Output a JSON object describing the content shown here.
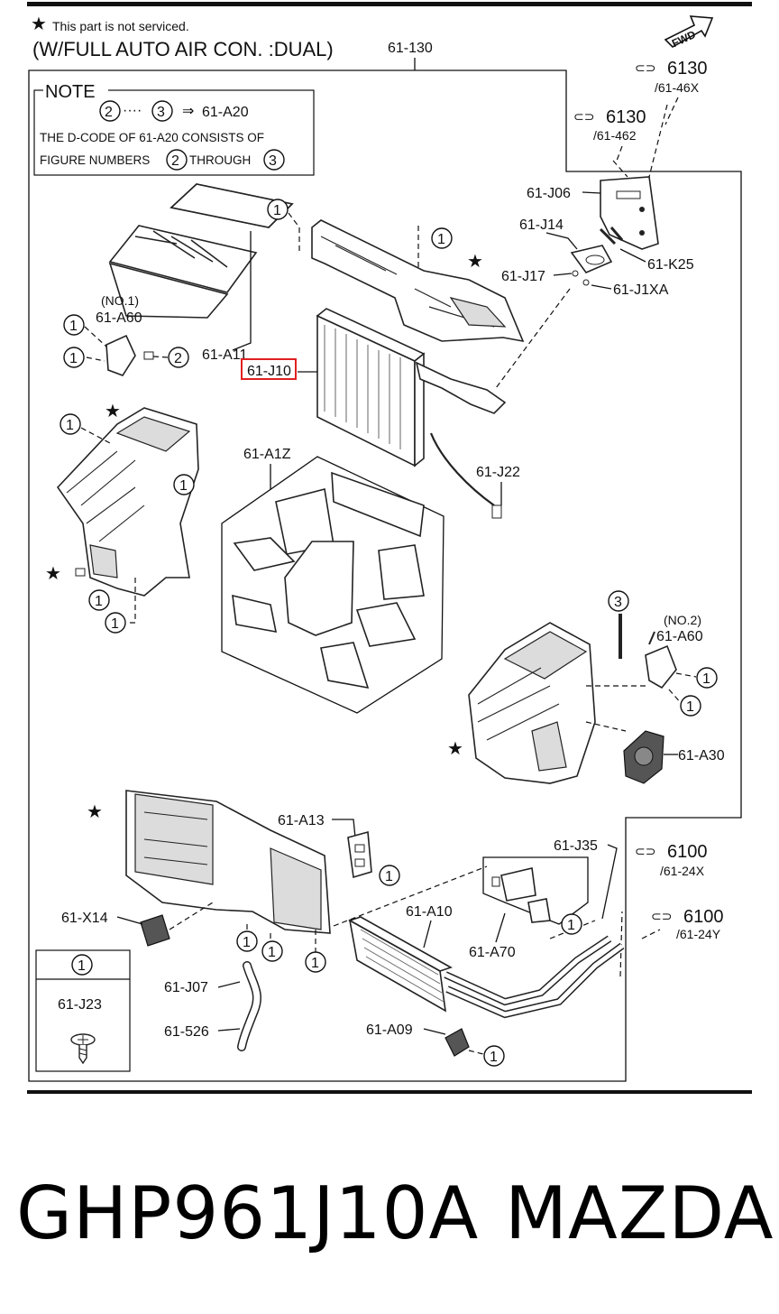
{
  "header": {
    "not_serviced": "This part is not serviced.",
    "variant": "(W/FULL AUTO AIR CON. :DUAL)",
    "group_ref": "61-130"
  },
  "note": {
    "title": "NOTE",
    "range_from": "2",
    "range_to": "3",
    "range_target": "61-A20",
    "line1": "THE D-CODE OF  61-A20 CONSISTS OF",
    "line2_a": "FIGURE NUMBERS",
    "line2_b": "THROUGH",
    "num_a": "2",
    "num_b": "3"
  },
  "fwd_label": "FWD",
  "references": [
    {
      "page": "6130",
      "sub": "/61-46X"
    },
    {
      "page": "6130",
      "sub": "/61-462"
    },
    {
      "page": "6100",
      "sub": "/61-24X"
    },
    {
      "page": "6100",
      "sub": "/61-24Y"
    }
  ],
  "labels": {
    "j06": "61-J06",
    "j14": "61-J14",
    "k25": "61-K25",
    "j17": "61-J17",
    "j1xa": "61-J1XA",
    "a11": "61-A11",
    "j10": "61-J10",
    "j22": "61-J22",
    "a1z": "61-A1Z",
    "a60_1": "61-A60",
    "no1": "(NO.1)",
    "a60_2": "61-A60",
    "no2": "(NO.2)",
    "a30": "61-A30",
    "a13": "61-A13",
    "j35": "61-J35",
    "x14": "61-X14",
    "a10": "61-A10",
    "a70": "61-A70",
    "j07": "61-J07",
    "j23": "61-J23",
    "p526": "61-526",
    "a09": "61-A09"
  },
  "callouts": {
    "one": "1",
    "two": "2",
    "three": "3"
  },
  "highlight_part": "61-J10",
  "footer": {
    "code": "GHP961J10A",
    "brand": "MAZDA"
  }
}
